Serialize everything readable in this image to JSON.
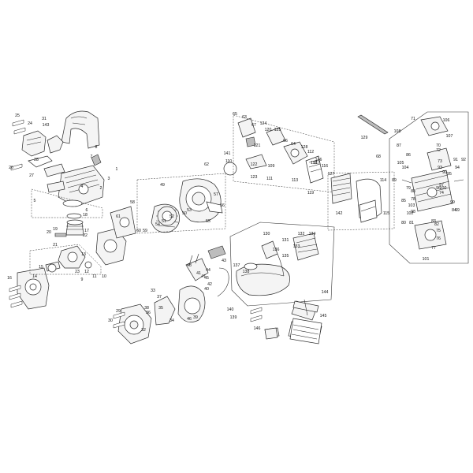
{
  "labels": [
    "1",
    "2",
    "3",
    "4",
    "5",
    "6",
    "7",
    "8",
    "9",
    "10",
    "11",
    "12",
    "13",
    "14",
    "15",
    "16",
    "17",
    "18",
    "19",
    "20",
    "21",
    "22",
    "23",
    "24",
    "25",
    "26",
    "27",
    "28",
    "29",
    "30",
    "31",
    "32",
    "33",
    "34",
    "35",
    "36",
    "37",
    "38",
    "39",
    "40",
    "41",
    "42",
    "43",
    "44",
    "45",
    "46",
    "47",
    "48",
    "49",
    "50",
    "51",
    "52",
    "53",
    "54",
    "55",
    "56",
    "57",
    "58",
    "59",
    "60",
    "61",
    "62",
    "63",
    "64",
    "65",
    "66",
    "67",
    "68",
    "69",
    "70",
    "71",
    "72",
    "73",
    "74",
    "75",
    "76",
    "77",
    "78",
    "79",
    "80",
    "81",
    "82",
    "83",
    "84",
    "85",
    "86",
    "87",
    "88",
    "89",
    "90",
    "91",
    "92",
    "93",
    "94",
    "95",
    "96",
    "97",
    "98",
    "99",
    "100",
    "101",
    "102",
    "103",
    "104",
    "105",
    "106",
    "107",
    "108",
    "109",
    "110",
    "111",
    "112",
    "113",
    "114",
    "115",
    "116",
    "117",
    "118",
    "119",
    "120",
    "121",
    "122",
    "123",
    "124",
    "125",
    "126",
    "127",
    "128",
    "129",
    "130",
    "131",
    "132",
    "133",
    "134",
    "135",
    "136",
    "137",
    "138",
    "139",
    "140",
    "141",
    "142",
    "143",
    "144",
    "145",
    "146"
  ]
}
